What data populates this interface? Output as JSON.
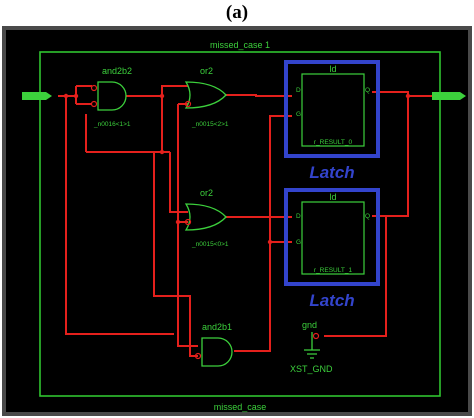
{
  "figure": {
    "caption": "(a)"
  },
  "module": {
    "top_label": "missed_case 1",
    "bottom_label": "missed_case"
  },
  "gates": {
    "and2b2": {
      "type_label": "and2b2",
      "instance_label": "_n0016<1>1"
    },
    "or2_top": {
      "type_label": "or2",
      "instance_label": "_n0015<2>1"
    },
    "or2_mid": {
      "type_label": "or2",
      "instance_label": "_n0015<0>1"
    },
    "and2b1": {
      "type_label": "and2b1"
    }
  },
  "latches": [
    {
      "type_label": "ld",
      "instance_label": "r_RESULT_0",
      "annotation": "Latch"
    },
    {
      "type_label": "ld",
      "instance_label": "r_RESULT_1",
      "annotation": "Latch"
    }
  ],
  "ground": {
    "net_label": "gnd",
    "instance_label": "XST_GND"
  },
  "colors": {
    "background": "#000000",
    "wires": "#e4201c",
    "components": "#3cd03c",
    "latch_highlight": "#3344cc"
  }
}
